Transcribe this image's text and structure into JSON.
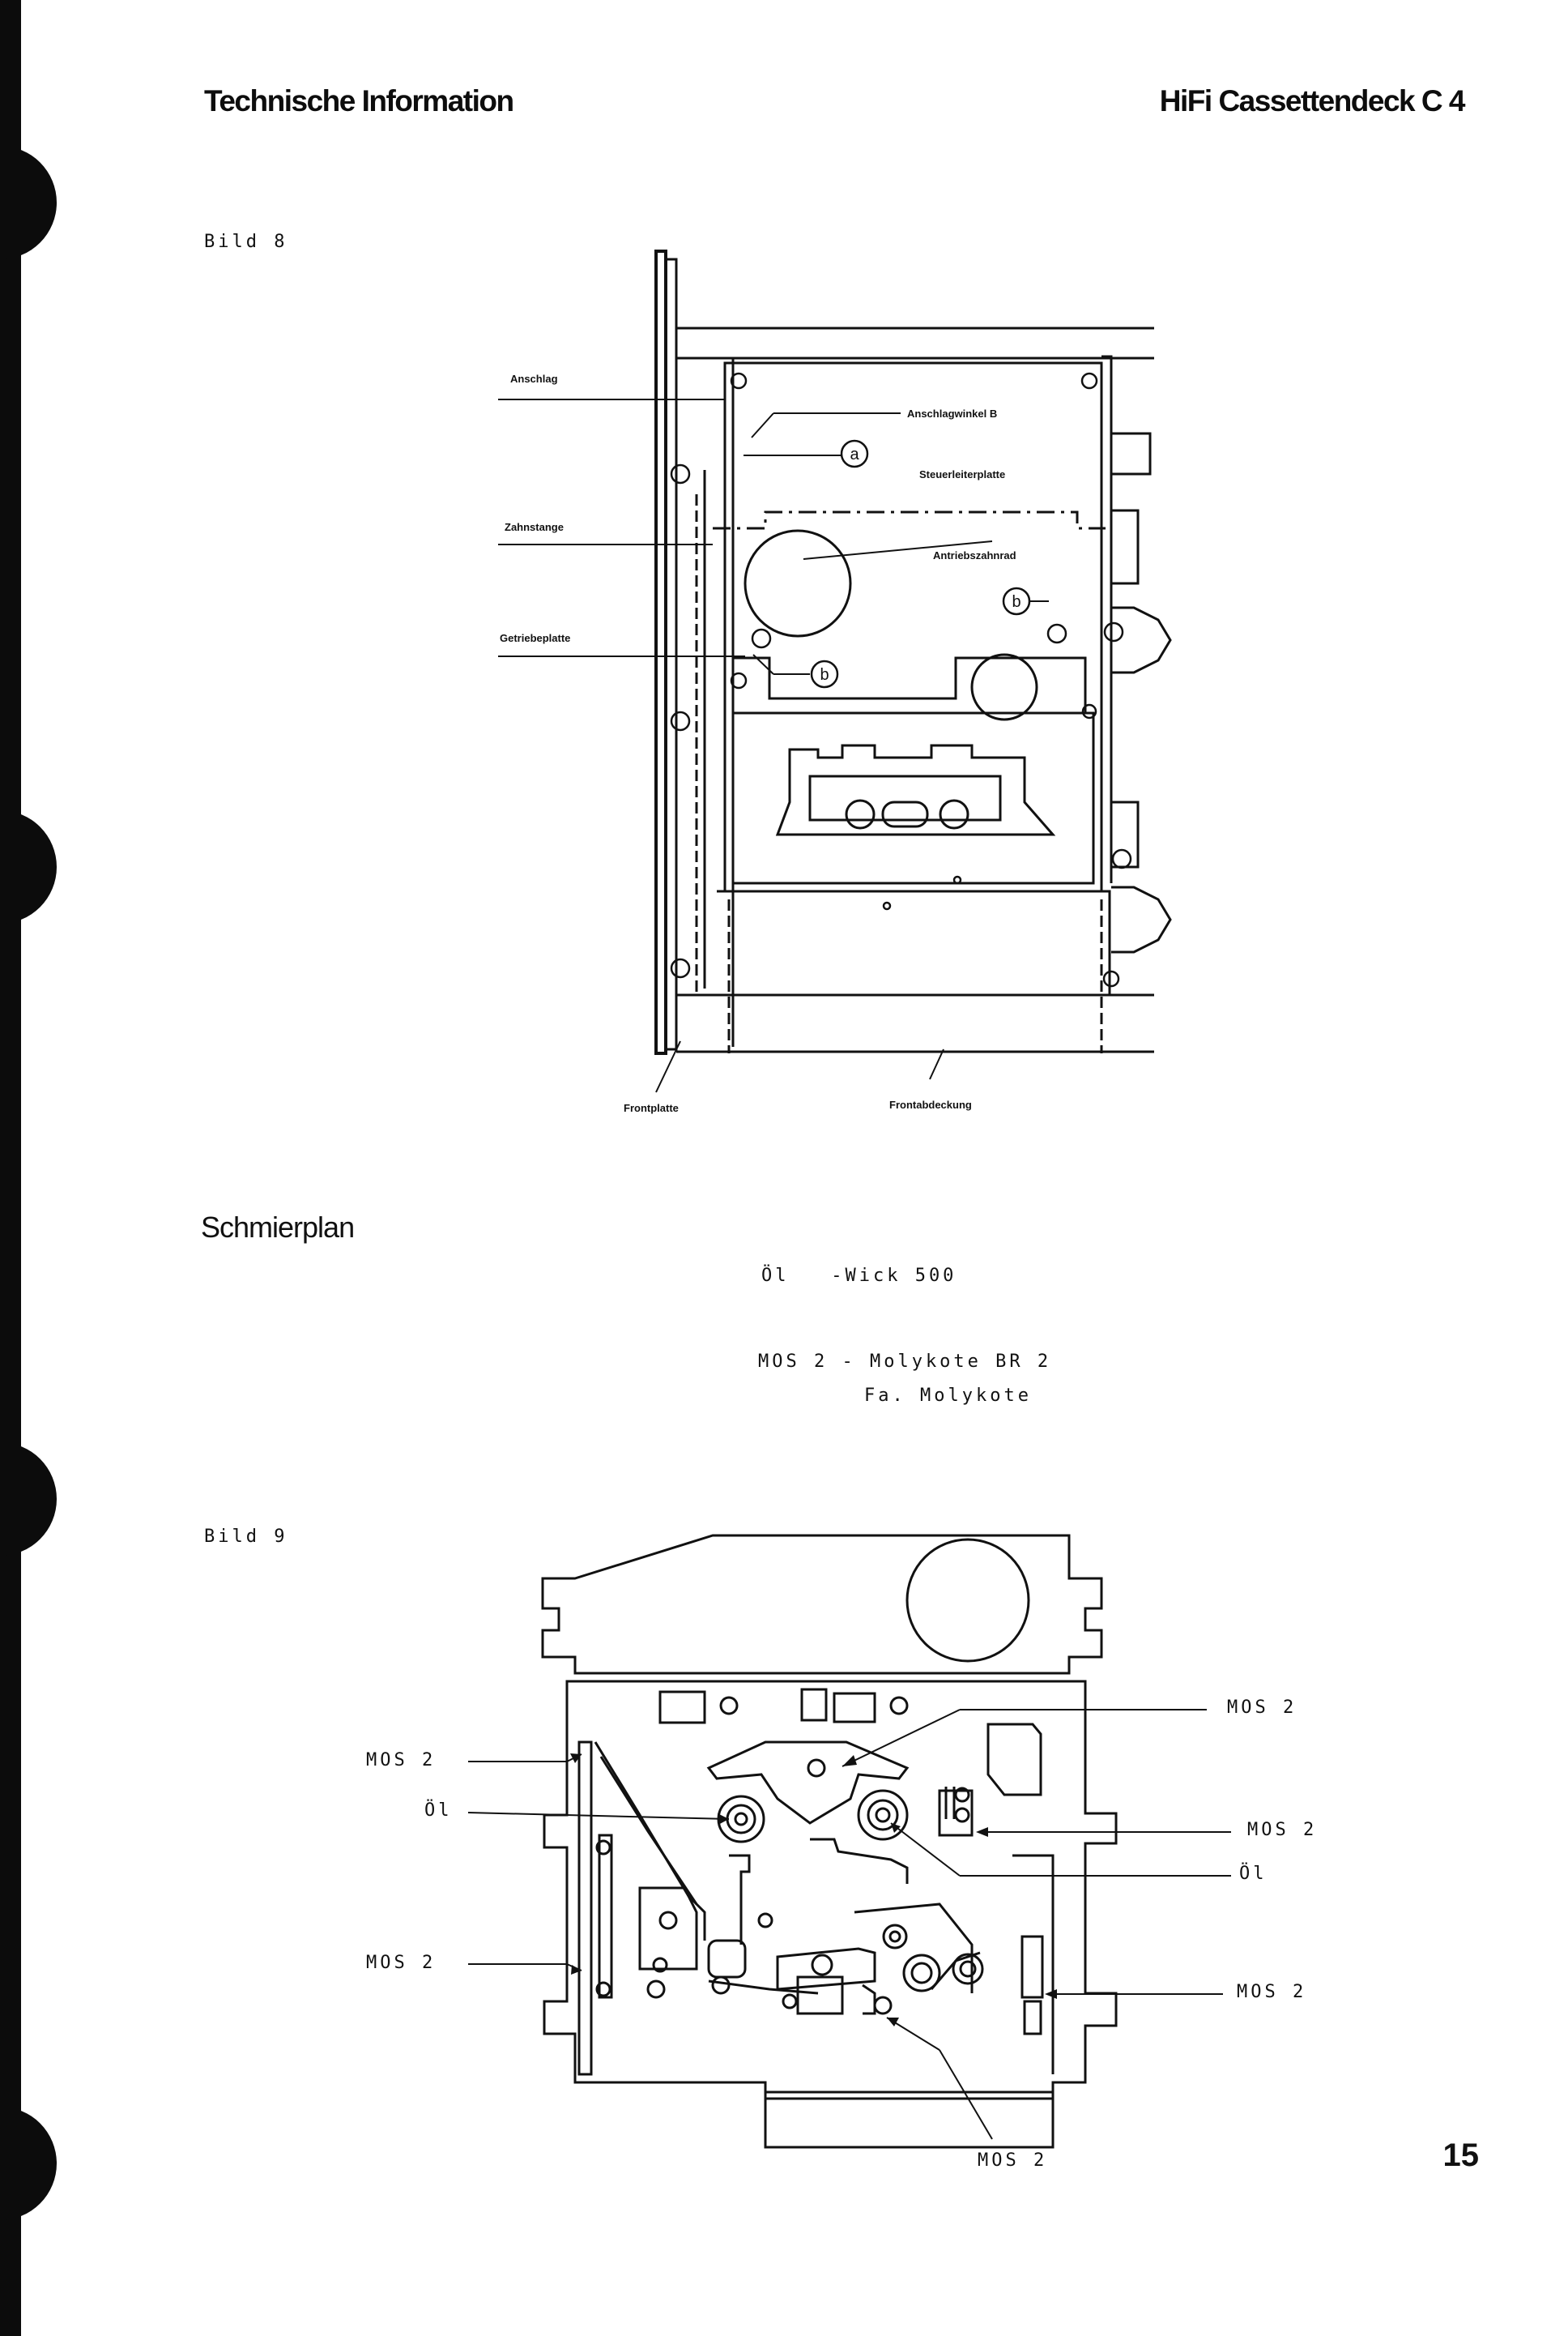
{
  "header": {
    "left": "Technische Information",
    "right": "HiFi Cassettendeck C 4"
  },
  "figure8": {
    "caption": "Bild 8",
    "labels": {
      "anschlag": "Anschlag",
      "zahnstange": "Zahnstange",
      "getriebeplatte": "Getriebeplatte",
      "anschlagwinkel": "Anschlagwinkel B",
      "steuerleiterplatte": "Steuerleiterplatte",
      "antriebszahnrad": "Antriebszahnrad",
      "frontplatte": "Frontplatte",
      "frontabdeckung": "Frontabdeckung",
      "marker_a": "a",
      "marker_b1": "b",
      "marker_b2": "b"
    }
  },
  "section": {
    "title": "Schmierplan"
  },
  "legend": {
    "line1": "Öl   -Wick 500",
    "line2": "MOS 2 - Molykote BR 2",
    "line3": "Fa. Molykote"
  },
  "figure9": {
    "caption": "Bild 9",
    "labels": {
      "left_top": "MOS 2",
      "left_oil": "Öl",
      "left_bottom": "MOS 2",
      "right_top": "MOS 2",
      "right_mid": "MOS 2",
      "right_oil": "Öl",
      "right_bottom": "MOS 2",
      "bottom": "MOS 2"
    }
  },
  "page_number": "15"
}
